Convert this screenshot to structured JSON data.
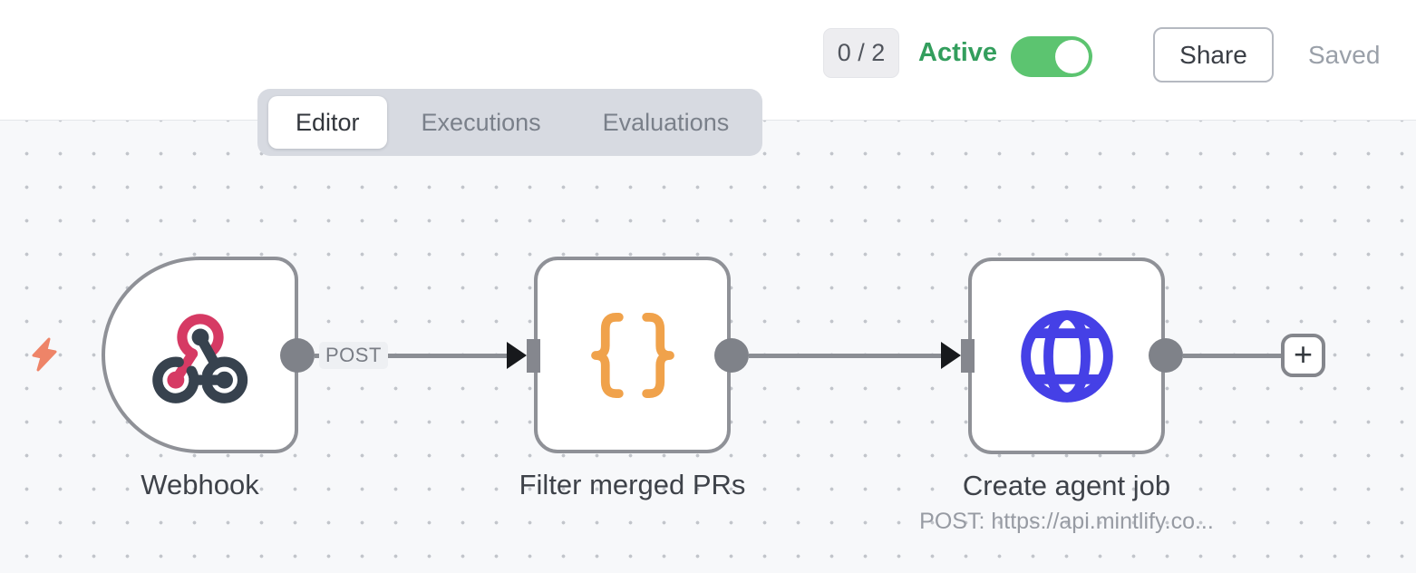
{
  "header": {
    "issues_badge": "0 / 2",
    "active_label": "Active",
    "toggle_state": "on",
    "share_label": "Share",
    "saved_label": "Saved"
  },
  "tabs": [
    {
      "label": "Editor",
      "active": true
    },
    {
      "label": "Executions",
      "active": false
    },
    {
      "label": "Evaluations",
      "active": false
    }
  ],
  "canvas": {
    "nodes": [
      {
        "id": "webhook",
        "title": "Webhook",
        "icon": "webhook-icon",
        "output_label": "POST"
      },
      {
        "id": "filter-merged-prs",
        "title": "Filter merged PRs",
        "icon": "code-braces-icon"
      },
      {
        "id": "create-agent-job",
        "title": "Create agent job",
        "icon": "globe-icon",
        "subtitle": "POST: https://api.mintlify.co..."
      }
    ],
    "add_button_label": "+"
  },
  "colors": {
    "accent_green_text": "#339e5d",
    "toggle_green": "#5cc470",
    "webhook_pink": "#d63a64",
    "webhook_dark": "#37424e",
    "braces_orange": "#f0a24b",
    "globe_blue": "#4540e6",
    "bolt_coral": "#ee8468",
    "node_border": "#8f9197",
    "canvas_bg": "#f7f8fa"
  }
}
